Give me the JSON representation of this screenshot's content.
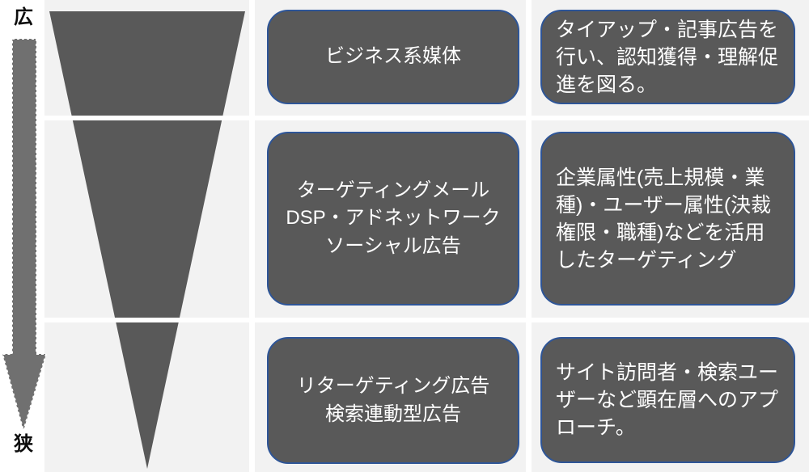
{
  "diagram": {
    "type": "funnel",
    "axis": {
      "top_label": "広",
      "bottom_label": "狭"
    },
    "rows": [
      {
        "channel_lines": [
          "ビジネス系媒体"
        ],
        "description": "タイアップ・記事広告を行い、認知獲得・理解促進を図る。"
      },
      {
        "channel_lines": [
          "ターゲティングメール",
          "DSP・アドネットワーク",
          "ソーシャル広告"
        ],
        "description": "企業属性(売上規模・業種)・ユーザー属性(決裁権限・職種)などを活用したターゲティング"
      },
      {
        "channel_lines": [
          "リターゲティング広告",
          "検索連動型広告"
        ],
        "description": "サイト訪問者・検索ユーザーなど顕在層へのアプローチ。"
      }
    ]
  },
  "colors": {
    "page_bg": "#ffffff",
    "panel_bg": "#f2f2f2",
    "shape_fill": "#595959",
    "arrow_fill": "#707070",
    "arrow_border": "#ffffff",
    "box_border": "#2e5597",
    "box_text": "#ffffff",
    "axis_label": "#0d0d0d"
  }
}
